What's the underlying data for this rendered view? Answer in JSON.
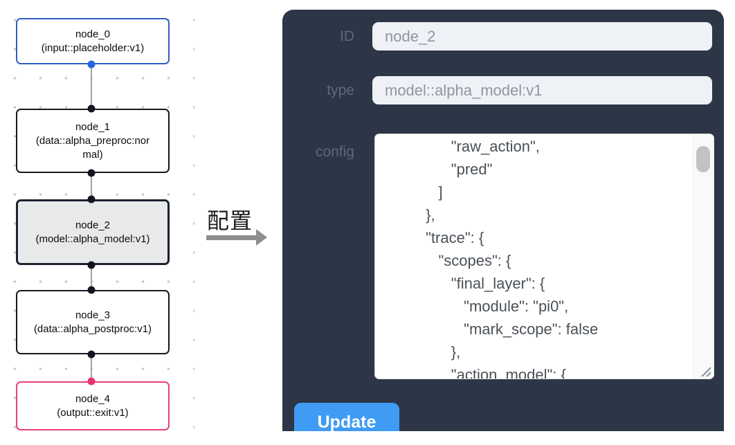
{
  "canvas": {
    "nodes": [
      {
        "title": "node_0",
        "subtitle": "(input::placeholder:v1)",
        "variant": "input"
      },
      {
        "title": "node_1",
        "subtitle": "(data::alpha_preproc:normal)",
        "variant": "default"
      },
      {
        "title": "node_2",
        "subtitle": "(model::alpha_model:v1)",
        "variant": "selected"
      },
      {
        "title": "node_3",
        "subtitle": "(data::alpha_postproc:v1)",
        "variant": "default"
      },
      {
        "title": "node_4",
        "subtitle": "(output::exit:v1)",
        "variant": "output"
      }
    ],
    "colors": {
      "input_node_border": "#2f5fc7",
      "output_node_border": "#e83f7d",
      "selected_node_bg": "#e8e9eb",
      "port_default": "#12151f",
      "port_input": "#2465e0",
      "port_output": "#ea2e72",
      "edge": "#a3a3a3"
    }
  },
  "annotation": {
    "label": "配置"
  },
  "panel": {
    "id_label": "ID",
    "id_value": "node_2",
    "type_label": "type",
    "type_value": "model::alpha_model:v1",
    "config_label": "config",
    "config_text": "                \"raw_action\",\n                \"pred\"\n             ]\n          },\n          \"trace\": {\n             \"scopes\": {\n                \"final_layer\": {\n                   \"module\": \"pi0\",\n                   \"mark_scope\": false\n                },\n                \"action_model\": {",
    "update_label": "Update",
    "colors": {
      "panel_bg": "#2d3646",
      "input_bg": "#eef1f6",
      "label_text": "#5f6877",
      "input_text": "#8f96a2",
      "update_button": "#409bf5"
    }
  }
}
